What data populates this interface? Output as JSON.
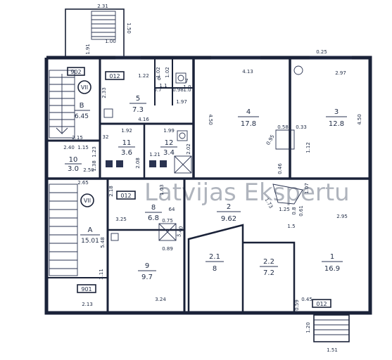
{
  "rooms": [
    {
      "id": "B",
      "name": "B",
      "area": "6.45"
    },
    {
      "id": "r5",
      "name": "5",
      "area": "7.3"
    },
    {
      "id": "r6",
      "name": "6",
      "area": "1.1"
    },
    {
      "id": "r7",
      "name": "7",
      "area": "1.0"
    },
    {
      "id": "r4",
      "name": "4",
      "area": "17.8"
    },
    {
      "id": "r3",
      "name": "3",
      "area": "12.8"
    },
    {
      "id": "r11",
      "name": "11",
      "area": "3.6"
    },
    {
      "id": "r12",
      "name": "12",
      "area": "3.4"
    },
    {
      "id": "r10",
      "name": "10",
      "area": "3.0"
    },
    {
      "id": "r2",
      "name": "2",
      "area": "9.62"
    },
    {
      "id": "r8",
      "name": "8",
      "area": "6.8"
    },
    {
      "id": "A",
      "name": "A",
      "area": "15.01"
    },
    {
      "id": "r9",
      "name": "9",
      "area": "9.7"
    },
    {
      "id": "r21",
      "name": "2.1",
      "area": "8"
    },
    {
      "id": "r22",
      "name": "2.2",
      "area": "7.2"
    },
    {
      "id": "r1",
      "name": "1",
      "area": "16.9"
    }
  ],
  "dimensions": [
    "2.31",
    "1.50",
    "1.00",
    "1.91",
    "0.25",
    "4.13",
    "2.97",
    "4.50",
    "4.50",
    "1.22",
    "2.33",
    "1.97",
    "4.16",
    "1.02",
    "1.02",
    "0.98",
    "1.0",
    "0.7",
    "1.92",
    "1.99",
    "2.02",
    "1.21",
    "2.08",
    "2.15",
    "2.40",
    "1.23",
    "1.38",
    "2.50",
    "0.58",
    "0.33",
    "0.95",
    "1.12",
    "0.46",
    "2.65",
    "2.18",
    "1.03",
    "3.25",
    "64",
    "0.75",
    "0.89",
    "5.48",
    "5.40",
    "1.07",
    "2.95",
    "1.73",
    "1.25",
    "0.8",
    "0.61",
    "1.5",
    "3.11",
    "3.24",
    "2.13",
    "0.59",
    "0.45",
    "1.20",
    "1.51",
    "32",
    "1.15"
  ],
  "tags": [
    "902",
    "012",
    "VII",
    "012",
    "VII",
    "901",
    "012"
  ],
  "watermark": "Latvijas Ekspertu"
}
